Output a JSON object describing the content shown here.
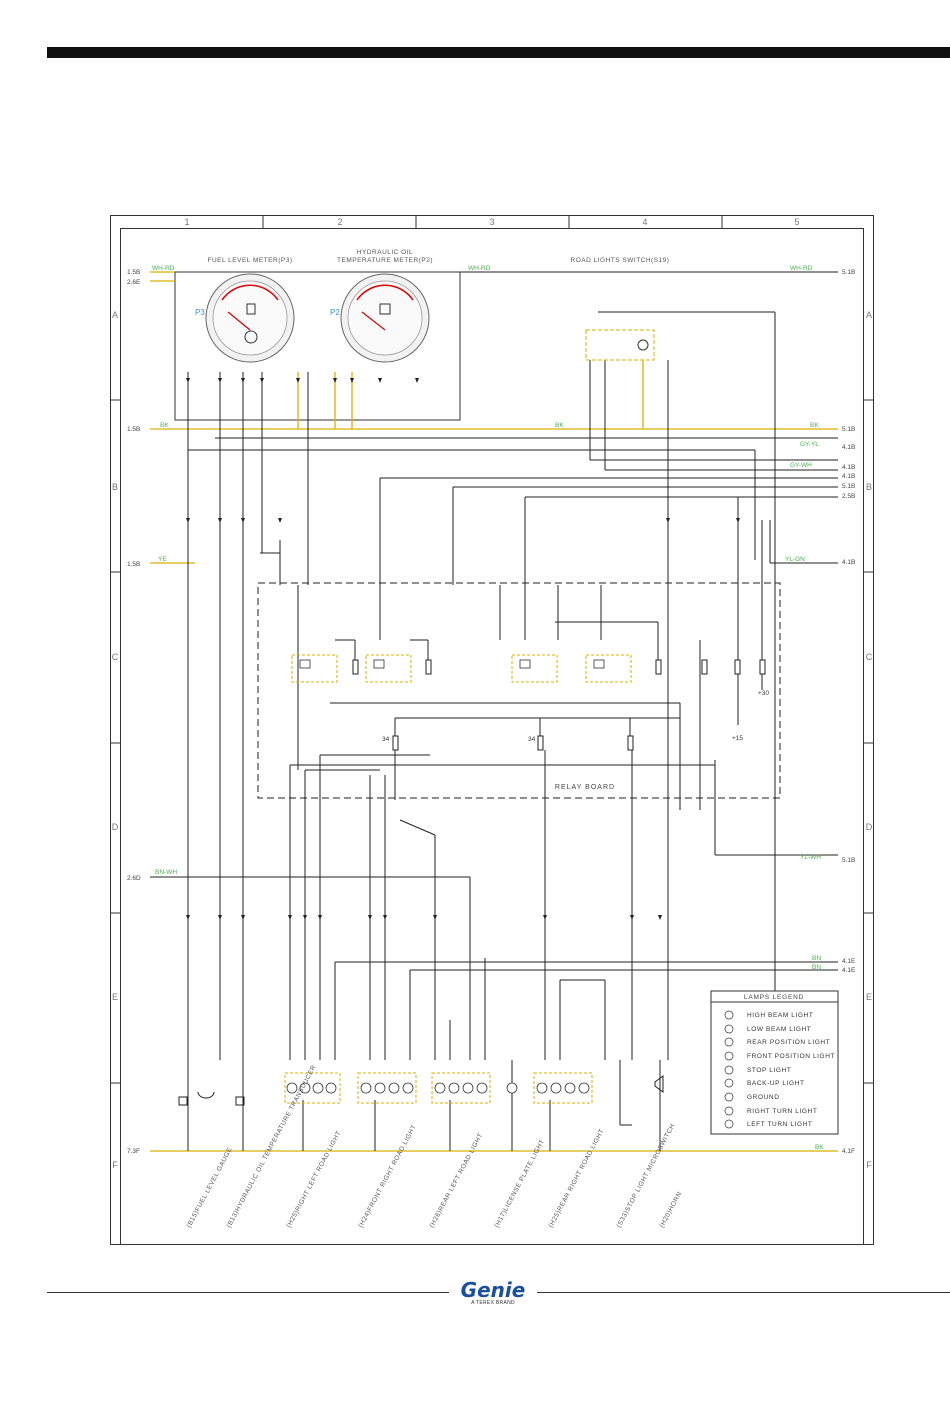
{
  "columns": [
    "1",
    "2",
    "3",
    "4",
    "5"
  ],
  "rows": [
    "A",
    "B",
    "C",
    "D",
    "E",
    "F"
  ],
  "components": {
    "fuel_meter": "FUEL LEVEL METER(P3)",
    "hyd_oil_1": "HYDRAULIC OIL",
    "hyd_oil_2": "TEMPERATURE METER(P2)",
    "road_switch": "ROAD LIGHTS SWITCH(S19)",
    "relay_board": "RELAY BOARD",
    "gauge_p3": "P3",
    "gauge_p2": "P2"
  },
  "left_refs": [
    "1.5B",
    "2.6E",
    "1.5B",
    "1.5B",
    "2.6D",
    "7.3F"
  ],
  "right_refs": [
    "5.1B",
    "5.1B",
    "4.1B",
    "4.1B",
    "4.1B",
    "5.1B",
    "2.5B",
    "4.1B",
    "5.1B",
    "4.1E",
    "4.1E",
    "4.1F"
  ],
  "wire_labels": {
    "wh_rd": "WH-RD",
    "bk": "BK",
    "gy_yl": "GY-YL",
    "gy_wh": "GY-WH",
    "yl_wh": "YL-WH",
    "bn_wh": "BN-WH",
    "yl_gn": "YL-GN",
    "ye": "YE",
    "bn": "BN"
  },
  "fuses": {
    "f_30": "+30",
    "f_15": "+15",
    "f_34": "34"
  },
  "legend": {
    "title": "LAMPS LEGEND",
    "items": [
      "HIGH BEAM LIGHT",
      "LOW BEAM LIGHT",
      "REAR POSITION LIGHT",
      "FRONT POSITION LIGHT",
      "STOP LIGHT",
      "BACK-UP LIGHT",
      "GROUND",
      "RIGHT TURN LIGHT",
      "LEFT TURN LIGHT"
    ]
  },
  "bottom_labels": [
    "(B15)FUEL LEVEL GAUGE",
    "(B13)HYDRAULIC OIL TEMPERATURE TRANSDUCER",
    "(H25)RIGHT LEFT ROAD LIGHT",
    "(H24)FRONT RIGHT ROAD LIGHT",
    "(H26)REAR LEFT ROAD LIGHT",
    "(H17)LICENSE PLATE LIGHT",
    "(H25)REAR RIGHT ROAD LIGHT",
    "(S33)STOP LIGHT MICROSWITCH",
    "(H20)HORN"
  ],
  "logo": {
    "brand": "Genie",
    "sub": "A TEREX BRAND",
    "color": "#1a4fa0"
  },
  "colors": {
    "wire_yellow": "#d8b000",
    "label_green": "#4caf50",
    "label_blue": "#3a8fd0",
    "line": "#222222"
  }
}
